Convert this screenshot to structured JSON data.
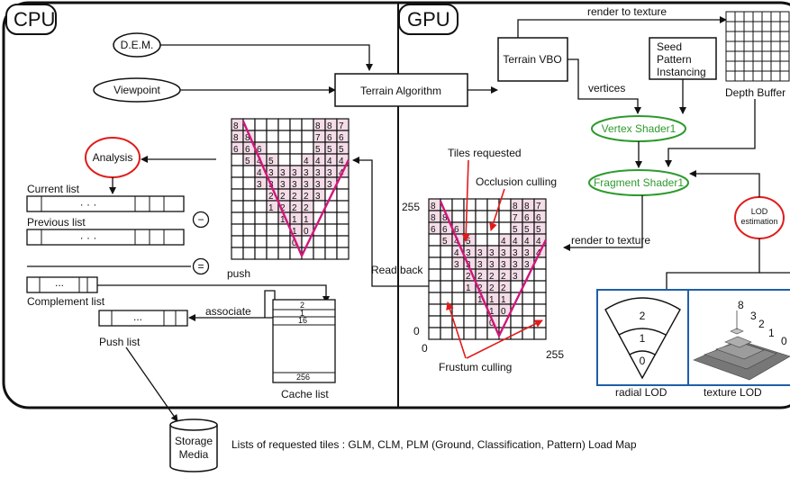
{
  "panels": {
    "cpu_title": "CPU",
    "gpu_title": "GPU"
  },
  "cpu": {
    "dem": "D.E.M.",
    "viewpoint": "Viewpoint",
    "terrain_algorithm": "Terrain Algorithm",
    "analysis": "Analysis",
    "current_list": "Current list",
    "previous_list": "Previous list",
    "list_dots": "· · ·",
    "minus": "−",
    "equals": "=",
    "push": "push",
    "complement_list": "Complement list",
    "complement_dots": "...",
    "associate": "associate",
    "push_list": "Push list",
    "push_dots": "...",
    "cache_list": "Cache list",
    "cache_entries": [
      "2",
      "1",
      "16",
      "256"
    ],
    "read_back": "Read back"
  },
  "gpu": {
    "render_to_texture_top": "render to texture",
    "terrain_vbo": "Terrain VBO",
    "seed_pattern": [
      "Seed",
      "Pattern",
      "Instancing"
    ],
    "vertices": "vertices",
    "depth_buffer": "Depth Buffer",
    "vertex_shader": "Vertex Shader1",
    "fragment_shader": "Fragment Shader1",
    "lod_estimation": [
      "LOD",
      "estimation"
    ],
    "tiles_requested": "Tiles requested",
    "occlusion_culling": "Occlusion culling",
    "render_to_texture_mid": "render to texture",
    "frustum_culling": "Frustum culling",
    "axis_labels": {
      "y_top": "255",
      "y_bottom": "0",
      "x_left": "0",
      "x_right": "255"
    },
    "radial_lod": "radial LOD",
    "radial_levels": [
      "2",
      "1",
      "0"
    ],
    "texture_lod": "texture LOD",
    "texture_levels": [
      "8",
      "3",
      "2",
      "1",
      "0"
    ]
  },
  "storage": {
    "label": [
      "Storage",
      "Media"
    ],
    "caption": "Lists of requested tiles : GLM, CLM, PLM (Ground, Classification, Pattern) Load Map"
  },
  "grid_values": [
    [
      "8",
      "",
      "",
      "",
      "",
      "",
      "",
      "8",
      "8",
      "7"
    ],
    [
      "8",
      "8",
      "",
      "",
      "",
      "",
      "",
      "7",
      "6",
      "6"
    ],
    [
      "6",
      "6",
      "6",
      "",
      "",
      "",
      "",
      "5",
      "5",
      "5"
    ],
    [
      "",
      "5",
      "4",
      "5",
      "",
      "",
      "4",
      "4",
      "4",
      "4"
    ],
    [
      "",
      "",
      "4",
      "3",
      "3",
      "3",
      "3",
      "3",
      "3",
      "4"
    ],
    [
      "",
      "",
      "3",
      "3",
      "3",
      "3",
      "3",
      "3",
      "3",
      ""
    ],
    [
      "",
      "",
      "",
      "2",
      "2",
      "2",
      "2",
      "3",
      "",
      ""
    ],
    [
      "",
      "",
      "",
      "1",
      "2",
      "2",
      "2",
      "",
      ""
    ],
    [
      "",
      "",
      "",
      "",
      "1",
      "1",
      "1",
      "",
      ""
    ],
    [
      "",
      "",
      "",
      "",
      "",
      "1",
      "0",
      "",
      "",
      ""
    ],
    [
      "",
      "",
      "",
      "",
      "",
      "0",
      "",
      "",
      ""
    ],
    [
      "",
      "",
      "",
      "",
      "",
      "",
      "",
      "",
      ""
    ]
  ],
  "colors": {
    "accent_red": "#e11b1b",
    "shader_green": "#2e9a2e",
    "lod_blue": "#1f5fa8",
    "magenta": "#d0177a",
    "cell_pink": "#f4dde8"
  }
}
